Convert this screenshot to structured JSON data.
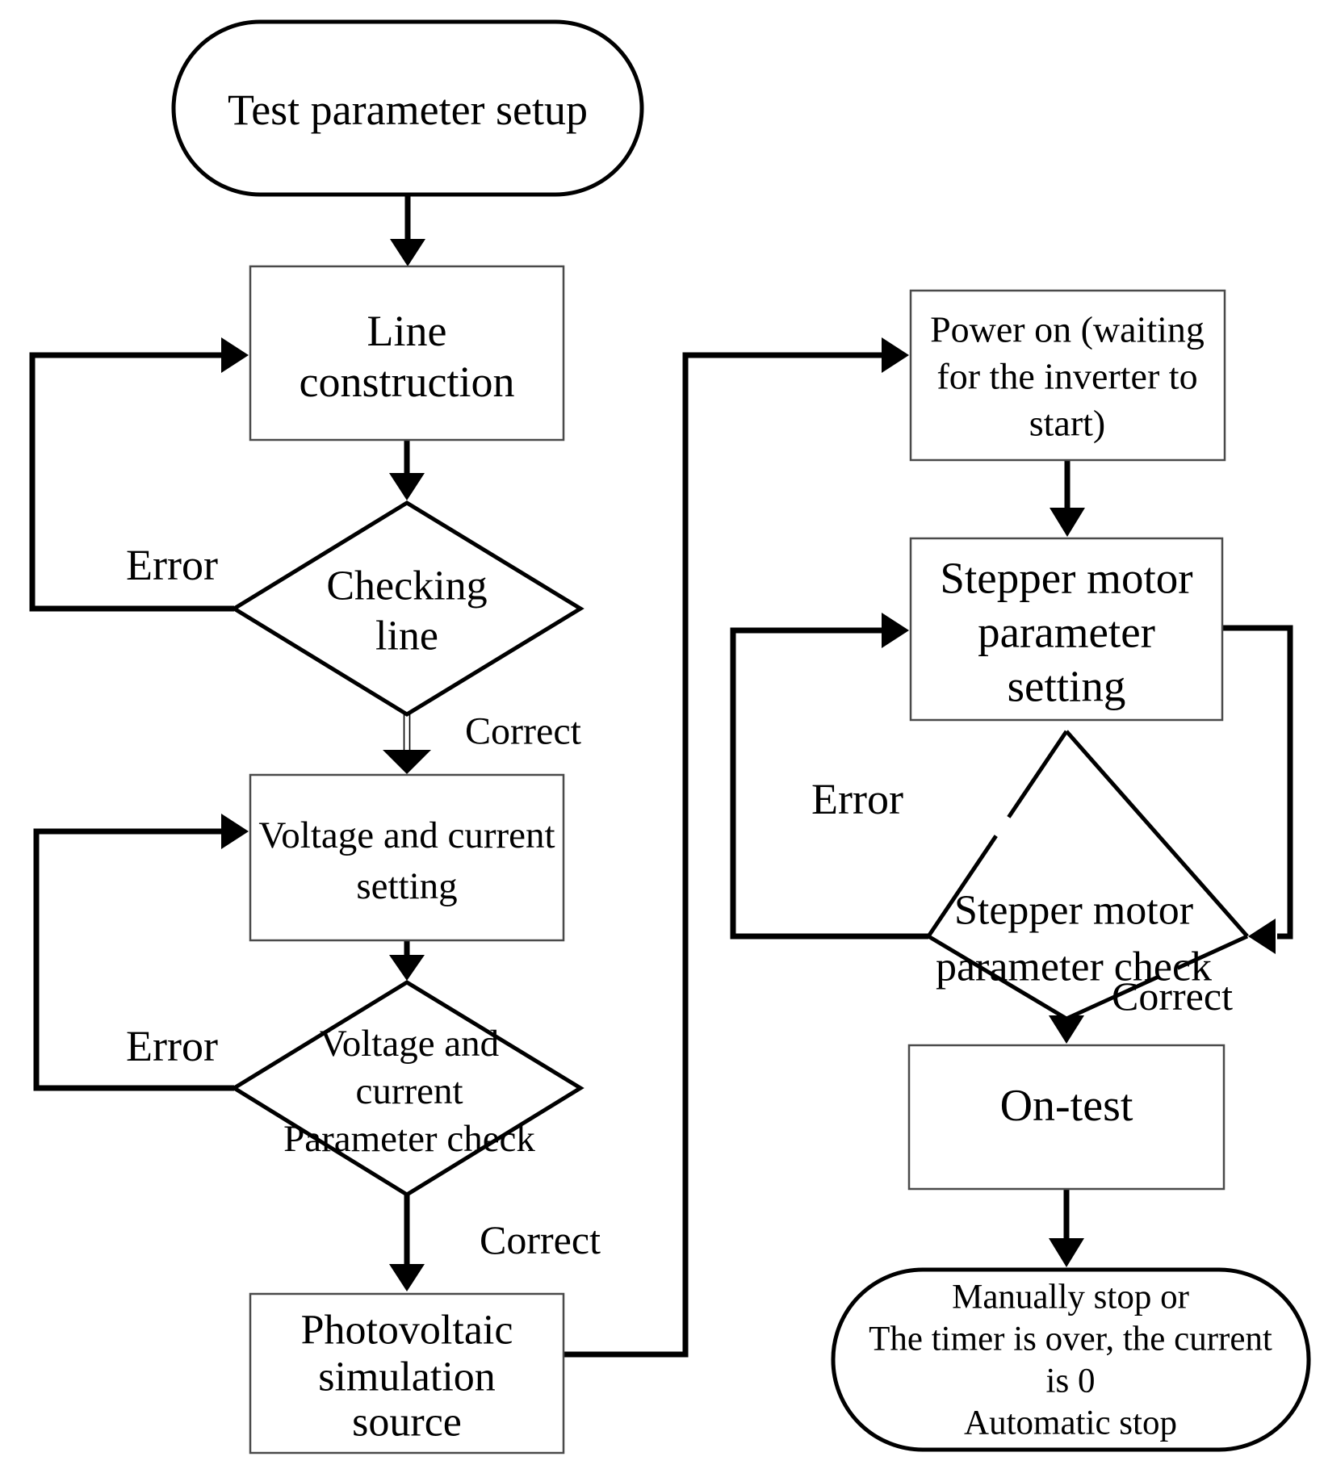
{
  "diagram": {
    "description": "Flowchart of an inverter test procedure from parameter setup to automatic stop"
  },
  "nodes": {
    "test_parameter_setup": {
      "type": "terminator",
      "lines": [
        "Test parameter setup"
      ]
    },
    "line_construction": {
      "type": "process",
      "lines": [
        "Line",
        "construction"
      ]
    },
    "checking_line": {
      "type": "decision",
      "lines": [
        "Checking",
        "line"
      ]
    },
    "voltage_current_setting": {
      "type": "process",
      "lines": [
        "Voltage and current",
        "setting"
      ]
    },
    "voltage_current_check": {
      "type": "decision",
      "lines": [
        "Voltage and",
        "current",
        "Parameter check"
      ]
    },
    "photovoltaic_source": {
      "type": "process",
      "lines": [
        "Photovoltaic",
        "simulation",
        "source"
      ]
    },
    "power_on": {
      "type": "process",
      "lines": [
        "Power on (waiting",
        "for the inverter to",
        "start)"
      ]
    },
    "stepper_setting": {
      "type": "process",
      "lines": [
        "Stepper motor",
        "parameter",
        "setting"
      ]
    },
    "stepper_check": {
      "type": "decision",
      "lines": [
        "Stepper motor",
        "parameter check"
      ]
    },
    "on_test": {
      "type": "process",
      "lines": [
        "On-test"
      ]
    },
    "stop": {
      "type": "terminator",
      "lines": [
        "Manually stop or",
        "The timer is over, the current",
        "is 0",
        "Automatic stop"
      ]
    }
  },
  "edge_labels": {
    "checking_line_error": "Error",
    "checking_line_correct": "Correct",
    "voltage_check_error": "Error",
    "voltage_check_correct": "Correct",
    "stepper_check_error": "Error",
    "stepper_check_correct": "Correct"
  },
  "colors": {
    "line": "#000000",
    "shape_fill": "#ffffff",
    "process_border": "#4a4a4a",
    "background": "#ffffff"
  }
}
